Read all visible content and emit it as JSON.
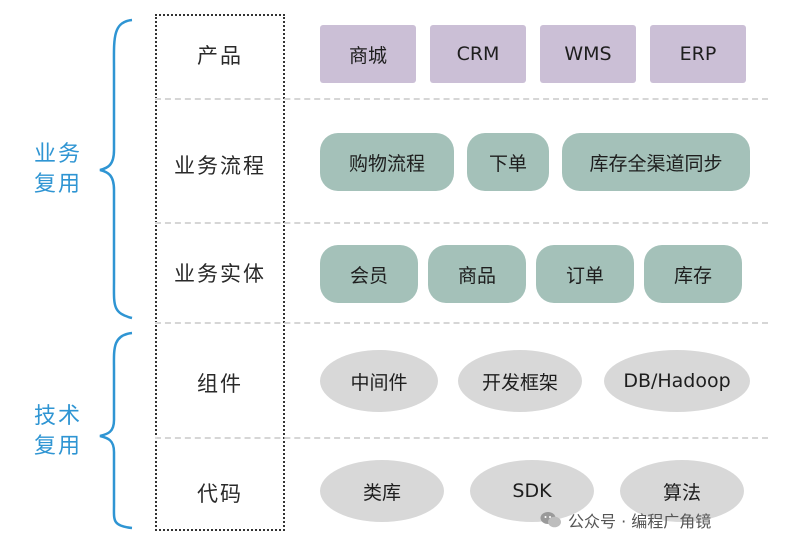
{
  "groups": [
    {
      "label_line1": "业务",
      "label_line2": "复用"
    },
    {
      "label_line1": "技术",
      "label_line2": "复用"
    }
  ],
  "rows": [
    {
      "label": "产品",
      "chips": [
        "商城",
        "CRM",
        "WMS",
        "ERP"
      ]
    },
    {
      "label": "业务流程",
      "chips": [
        "购物流程",
        "下单",
        "库存全渠道同步"
      ]
    },
    {
      "label": "业务实体",
      "chips": [
        "会员",
        "商品",
        "订单",
        "库存"
      ]
    },
    {
      "label": "组件",
      "chips": [
        "中间件",
        "开发框架",
        "DB/Hadoop"
      ]
    },
    {
      "label": "代码",
      "chips": [
        "类库",
        "SDK",
        "算法"
      ]
    }
  ],
  "watermark": {
    "text": "公众号 · 编程广角镜",
    "icon": "wechat-icon"
  },
  "colors": {
    "brace": "#2f95d3",
    "product_chip": "#cbbfd6",
    "business_chip": "#a4c1b9",
    "tech_chip": "#d8d8d8"
  }
}
